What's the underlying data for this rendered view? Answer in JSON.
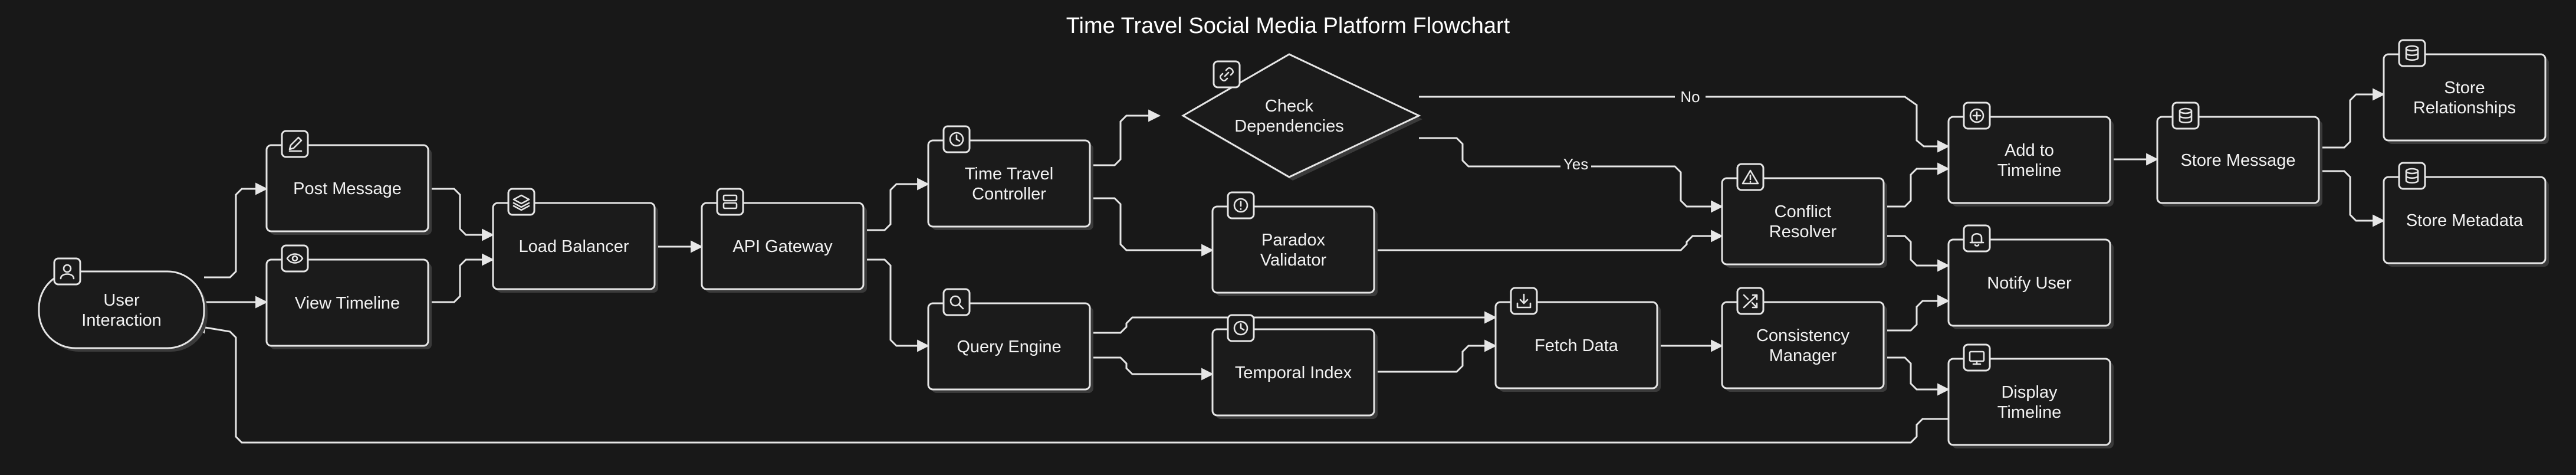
{
  "title": "Time Travel Social Media Platform Flowchart",
  "colors": {
    "background": "#181818",
    "stroke": "#e6e6e6",
    "text": "#f2f2f2"
  },
  "nodes": [
    {
      "id": "user-interaction",
      "lines": [
        "User",
        "Interaction"
      ],
      "shape": "stadium",
      "icon": "user-icon"
    },
    {
      "id": "post-message",
      "lines": [
        "Post Message"
      ],
      "shape": "rect",
      "icon": "pencil-icon"
    },
    {
      "id": "view-timeline",
      "lines": [
        "View Timeline"
      ],
      "shape": "rect",
      "icon": "eye-icon"
    },
    {
      "id": "load-balancer",
      "lines": [
        "Load Balancer"
      ],
      "shape": "rect",
      "icon": "layers-icon"
    },
    {
      "id": "api-gateway",
      "lines": [
        "API Gateway"
      ],
      "shape": "rect",
      "icon": "server-icon"
    },
    {
      "id": "time-travel-controller",
      "lines": [
        "Time Travel",
        "Controller"
      ],
      "shape": "rect",
      "icon": "clock-icon"
    },
    {
      "id": "check-dependencies",
      "lines": [
        "Check",
        "Dependencies"
      ],
      "shape": "diamond",
      "icon": "link-icon"
    },
    {
      "id": "paradox-validator",
      "lines": [
        "Paradox",
        "Validator"
      ],
      "shape": "rect",
      "icon": "alert-circle-icon"
    },
    {
      "id": "query-engine",
      "lines": [
        "Query Engine"
      ],
      "shape": "rect",
      "icon": "search-icon"
    },
    {
      "id": "temporal-index",
      "lines": [
        "Temporal Index"
      ],
      "shape": "rect",
      "icon": "clock-icon"
    },
    {
      "id": "fetch-data",
      "lines": [
        "Fetch Data"
      ],
      "shape": "rect",
      "icon": "download-icon"
    },
    {
      "id": "conflict-resolver",
      "lines": [
        "Conflict",
        "Resolver"
      ],
      "shape": "rect",
      "icon": "warning-triangle-icon"
    },
    {
      "id": "consistency-manager",
      "lines": [
        "Consistency",
        "Manager"
      ],
      "shape": "rect",
      "icon": "shuffle-icon"
    },
    {
      "id": "add-to-timeline",
      "lines": [
        "Add to",
        "Timeline"
      ],
      "shape": "rect",
      "icon": "plus-circle-icon"
    },
    {
      "id": "notify-user",
      "lines": [
        "Notify User"
      ],
      "shape": "rect",
      "icon": "bell-icon"
    },
    {
      "id": "display-timeline",
      "lines": [
        "Display",
        "Timeline"
      ],
      "shape": "rect",
      "icon": "monitor-icon"
    },
    {
      "id": "store-message",
      "lines": [
        "Store Message"
      ],
      "shape": "rect",
      "icon": "database-icon"
    },
    {
      "id": "store-relationships",
      "lines": [
        "Store",
        "Relationships"
      ],
      "shape": "rect",
      "icon": "database-icon"
    },
    {
      "id": "store-metadata",
      "lines": [
        "Store Metadata"
      ],
      "shape": "rect",
      "icon": "database-icon"
    }
  ],
  "edges": [
    {
      "from": "user-interaction",
      "to": "post-message",
      "label": ""
    },
    {
      "from": "user-interaction",
      "to": "view-timeline",
      "label": ""
    },
    {
      "from": "post-message",
      "to": "load-balancer",
      "label": ""
    },
    {
      "from": "view-timeline",
      "to": "load-balancer",
      "label": ""
    },
    {
      "from": "load-balancer",
      "to": "api-gateway",
      "label": ""
    },
    {
      "from": "api-gateway",
      "to": "time-travel-controller",
      "label": ""
    },
    {
      "from": "api-gateway",
      "to": "query-engine",
      "label": ""
    },
    {
      "from": "time-travel-controller",
      "to": "check-dependencies",
      "label": ""
    },
    {
      "from": "time-travel-controller",
      "to": "paradox-validator",
      "label": ""
    },
    {
      "from": "check-dependencies",
      "to": "add-to-timeline",
      "label": "No"
    },
    {
      "from": "check-dependencies",
      "to": "conflict-resolver",
      "label": "Yes"
    },
    {
      "from": "paradox-validator",
      "to": "conflict-resolver",
      "label": ""
    },
    {
      "from": "conflict-resolver",
      "to": "add-to-timeline",
      "label": ""
    },
    {
      "from": "conflict-resolver",
      "to": "notify-user",
      "label": ""
    },
    {
      "from": "query-engine",
      "to": "fetch-data",
      "label": ""
    },
    {
      "from": "query-engine",
      "to": "temporal-index",
      "label": ""
    },
    {
      "from": "temporal-index",
      "to": "fetch-data",
      "label": ""
    },
    {
      "from": "fetch-data",
      "to": "consistency-manager",
      "label": ""
    },
    {
      "from": "consistency-manager",
      "to": "notify-user",
      "label": ""
    },
    {
      "from": "consistency-manager",
      "to": "display-timeline",
      "label": ""
    },
    {
      "from": "add-to-timeline",
      "to": "store-message",
      "label": ""
    },
    {
      "from": "store-message",
      "to": "store-relationships",
      "label": ""
    },
    {
      "from": "store-message",
      "to": "store-metadata",
      "label": ""
    },
    {
      "from": "display-timeline",
      "to": "user-interaction",
      "label": ""
    }
  ]
}
